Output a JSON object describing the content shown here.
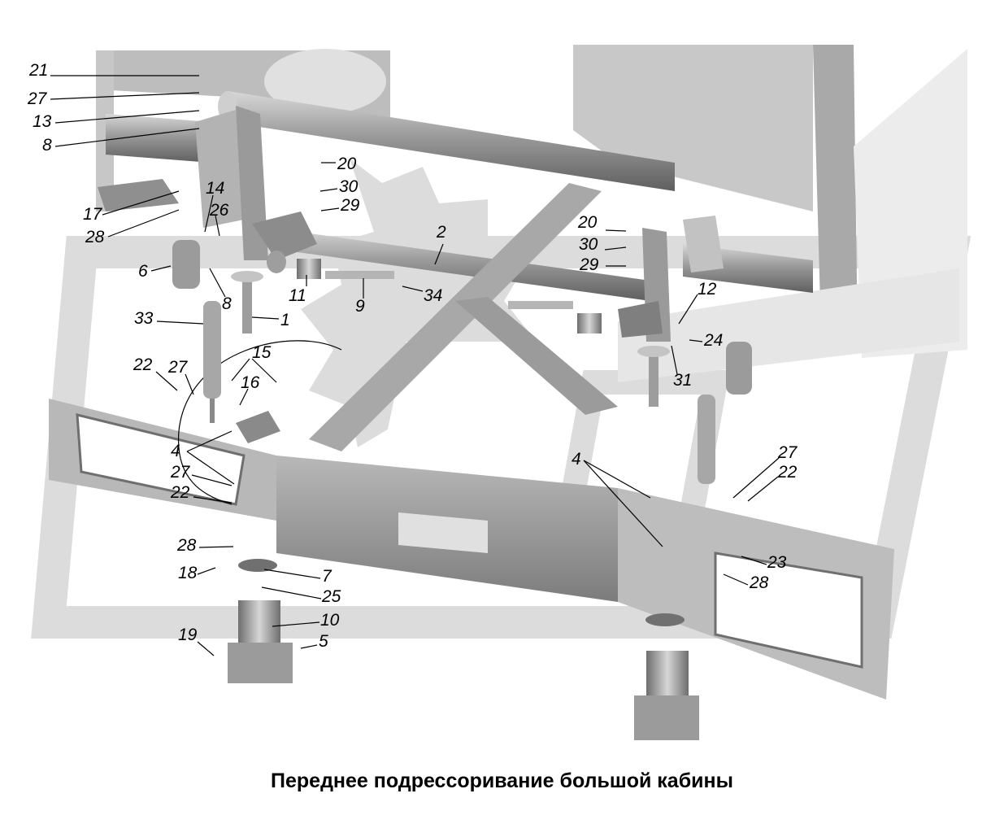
{
  "caption": "Переднее подрессоривание большой кабины",
  "colors": {
    "background": "#ffffff",
    "watermark": "#d9d9d9",
    "metal_dark": "#7a7a7a",
    "metal_mid": "#a6a6a6",
    "metal_light": "#cfcfcf",
    "text": "#000000"
  },
  "callouts": [
    {
      "id": "c21a",
      "label": "21"
    },
    {
      "id": "c27a",
      "label": "27"
    },
    {
      "id": "c13",
      "label": "13"
    },
    {
      "id": "c8a",
      "label": "8"
    },
    {
      "id": "c17",
      "label": "17"
    },
    {
      "id": "c28a",
      "label": "28"
    },
    {
      "id": "c14",
      "label": "14"
    },
    {
      "id": "c26",
      "label": "26"
    },
    {
      "id": "c6",
      "label": "6"
    },
    {
      "id": "c8b",
      "label": "8"
    },
    {
      "id": "c33",
      "label": "33"
    },
    {
      "id": "c1",
      "label": "1"
    },
    {
      "id": "c11",
      "label": "11"
    },
    {
      "id": "c9",
      "label": "9"
    },
    {
      "id": "c34",
      "label": "34"
    },
    {
      "id": "c2",
      "label": "2"
    },
    {
      "id": "c20a",
      "label": "20"
    },
    {
      "id": "c30a",
      "label": "30"
    },
    {
      "id": "c29a",
      "label": "29"
    },
    {
      "id": "c20b",
      "label": "20"
    },
    {
      "id": "c30b",
      "label": "30"
    },
    {
      "id": "c29b",
      "label": "29"
    },
    {
      "id": "c12",
      "label": "12"
    },
    {
      "id": "c24",
      "label": "24"
    },
    {
      "id": "c31",
      "label": "31"
    },
    {
      "id": "c22a",
      "label": "22"
    },
    {
      "id": "c27b",
      "label": "27"
    },
    {
      "id": "c15",
      "label": "15"
    },
    {
      "id": "c16",
      "label": "16"
    },
    {
      "id": "c4a",
      "label": "4"
    },
    {
      "id": "c27c",
      "label": "27"
    },
    {
      "id": "c22b",
      "label": "22"
    },
    {
      "id": "c4b",
      "label": "4"
    },
    {
      "id": "c27d",
      "label": "27"
    },
    {
      "id": "c22c",
      "label": "22"
    },
    {
      "id": "c23",
      "label": "23"
    },
    {
      "id": "c28b",
      "label": "28"
    },
    {
      "id": "c28c",
      "label": "28"
    },
    {
      "id": "c18",
      "label": "18"
    },
    {
      "id": "c7",
      "label": "7"
    },
    {
      "id": "c25",
      "label": "25"
    },
    {
      "id": "c10",
      "label": "10"
    },
    {
      "id": "c19",
      "label": "19"
    },
    {
      "id": "c5",
      "label": "5"
    }
  ]
}
